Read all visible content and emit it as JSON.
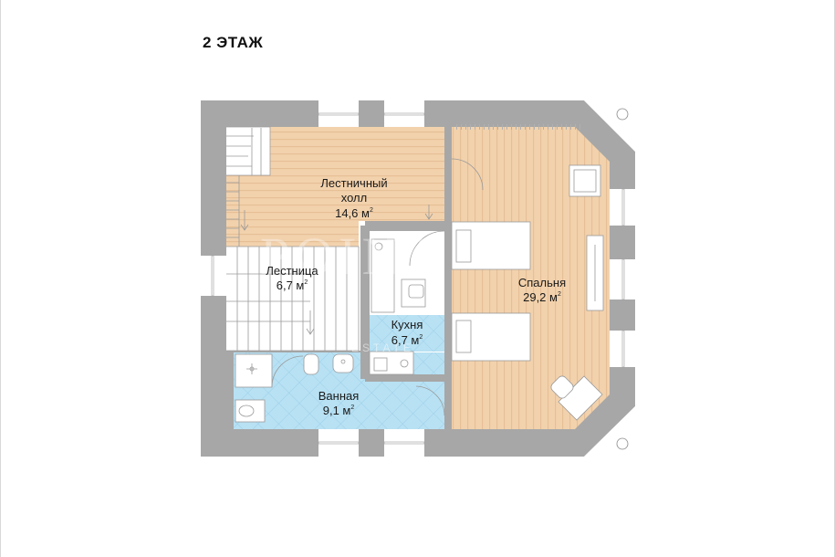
{
  "floor_title": "2 ЭТАЖ",
  "watermark": {
    "main": "POINT",
    "sub": "ESTATE"
  },
  "rooms": {
    "hall": {
      "name_line1": "Лестничный",
      "name_line2": "холл",
      "area": "14,6 м",
      "unit_sup": "2"
    },
    "stairs": {
      "name": "Лестница",
      "area": "6,7 м",
      "unit_sup": "2"
    },
    "kitchen": {
      "name": "Кухня",
      "area": "6,7 м",
      "unit_sup": "2"
    },
    "bedroom": {
      "name": "Спальня",
      "area": "29,2 м",
      "unit_sup": "2"
    },
    "bathroom": {
      "name": "Ванная",
      "area": "9,1 м",
      "unit_sup": "2"
    }
  },
  "colors": {
    "wall": "#a7a7a7",
    "wood_floor": "#f2d2ad",
    "wood_stripe": "#e3b98f",
    "tile_floor": "#b8e1f3",
    "tile_grid": "#8fc8e6",
    "white_room": "#ffffff"
  }
}
